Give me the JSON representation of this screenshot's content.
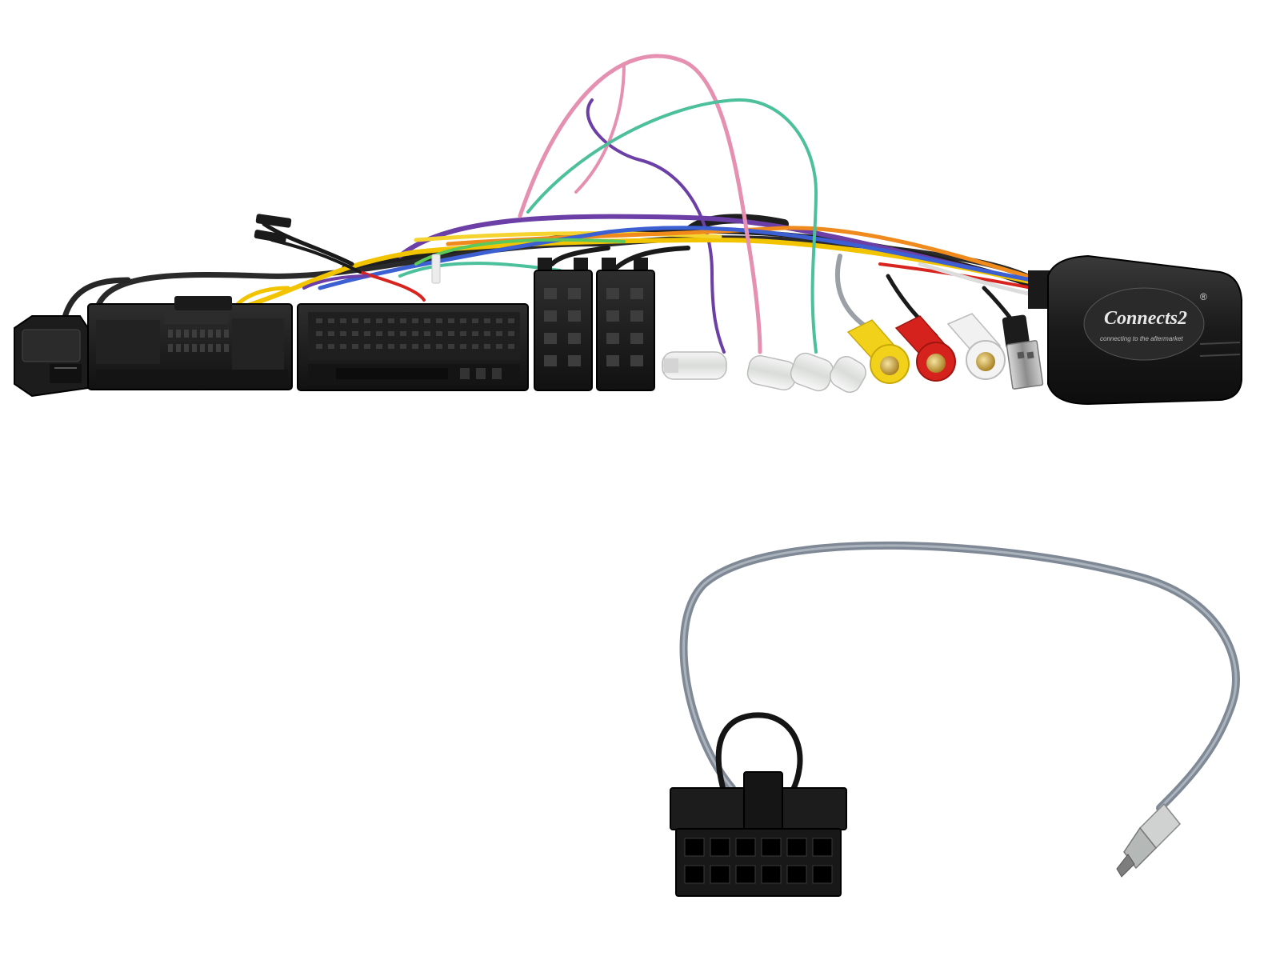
{
  "product": {
    "logo": {
      "brand": "Connects2",
      "tagline": "connecting to the aftermarket",
      "registered_mark": "®"
    }
  },
  "colors": {
    "background": "#ffffff",
    "connector_black": "#1b1b1b",
    "wire_pink": "#e58fb1",
    "wire_purple": "#6b3fa6",
    "wire_teal": "#4cbf9b",
    "wire_yellow": "#f2c400",
    "wire_orange": "#f08a1c",
    "wire_blue": "#3c5fd1",
    "wire_red": "#d8241f",
    "wire_grey": "#7f8996",
    "rca_yellow": "#f2d11a",
    "rca_red": "#d6221c",
    "rca_white": "#f1f1f1"
  },
  "components": [
    "vehicle-connector-small",
    "vehicle-connector-large",
    "vehicle-connector-xl",
    "iso-connector-left",
    "iso-connector-right",
    "spade-terminals",
    "rca-plug-yellow",
    "rca-plug-red",
    "rca-plug-white",
    "usb-plug",
    "interface-box",
    "patch-lead-12pin-connector",
    "jack-plug"
  ]
}
